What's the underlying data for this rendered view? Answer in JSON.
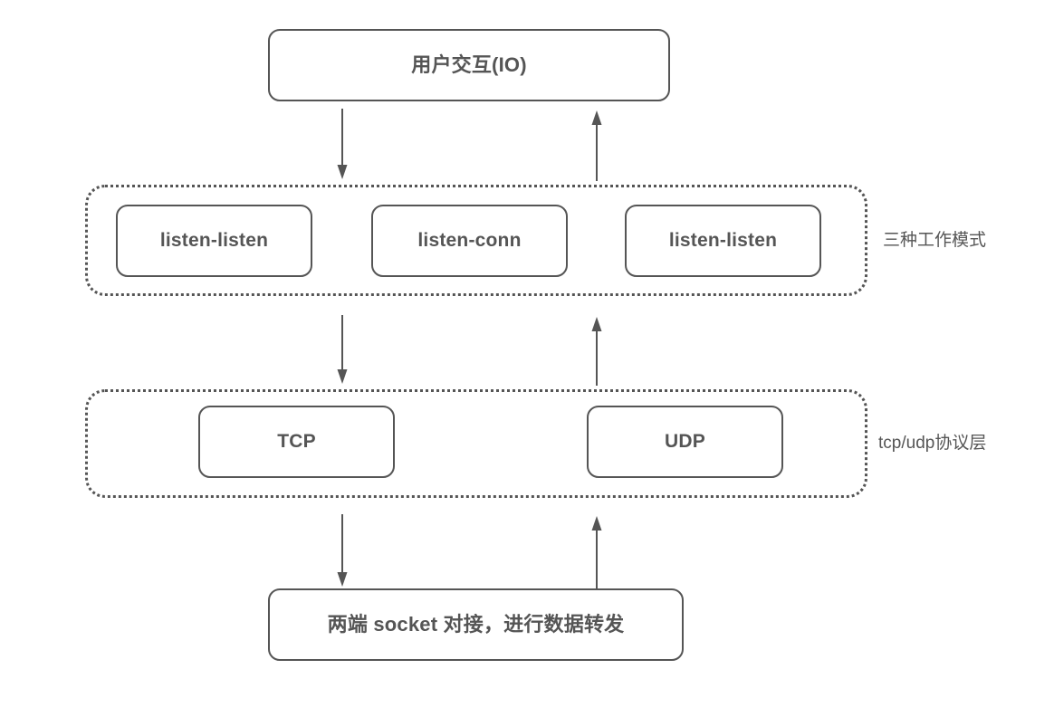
{
  "diagram": {
    "title_box": {
      "label": "用户交互(IO)"
    },
    "groups": [
      {
        "name": "work-modes",
        "side_label": "三种工作模式",
        "boxes": [
          {
            "label": "listen-listen"
          },
          {
            "label": "listen-conn"
          },
          {
            "label": "listen-listen"
          }
        ]
      },
      {
        "name": "protocol-layer",
        "side_label": "tcp/udp协议层",
        "boxes": [
          {
            "label": "TCP"
          },
          {
            "label": "UDP"
          }
        ]
      }
    ],
    "bottom_box": {
      "label": "两端 socket 对接，进行数据转发"
    },
    "arrows": [
      {
        "name": "io-to-modes",
        "direction": "down"
      },
      {
        "name": "modes-to-io",
        "direction": "up"
      },
      {
        "name": "modes-to-proto",
        "direction": "down"
      },
      {
        "name": "proto-to-modes",
        "direction": "up"
      },
      {
        "name": "proto-to-socket",
        "direction": "down"
      },
      {
        "name": "socket-to-proto",
        "direction": "up"
      }
    ],
    "colors": {
      "stroke": "#555555",
      "background": "#ffffff",
      "text": "#555555"
    }
  }
}
